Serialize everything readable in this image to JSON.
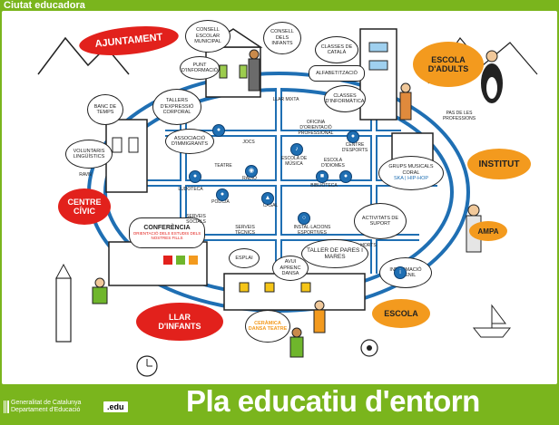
{
  "header": {
    "title": "Ciutat educadora"
  },
  "footer": {
    "title": "Pla educatiu d'entorn",
    "generalitat_line1": "Generalitat de Catalunya",
    "generalitat_line2": "Departament d'Educació",
    "edu_logo": ".edu"
  },
  "badges": {
    "ajuntament": "AJUNTAMENT",
    "centre_civic": "CENTRE CÍVIC",
    "llar_infants": "LLAR D'INFANTS",
    "escola_adults": "ESCOLA D'ADULTS",
    "institut": "INSTITUT",
    "escola": "ESCOLA",
    "ampa": "AMPA"
  },
  "bubbles": {
    "consell_escolar": "CONSELL ESCOLAR MUNICIPAL",
    "consell_infants": "CONSELL DELS INFANTS",
    "punt_informacio": "PUNT D'INFORMACIÓ",
    "classes_catala": "CLASSES DE CATALÀ",
    "alfabetitzacio": "ALFABETITZACIÓ",
    "classes_informatica": "CLASSES D'INFORMÀTICA",
    "banc_temps": "BANC DE TEMPS",
    "tallers_expressio": "TALLERS D'EXPRESSIÓ CORPORAL",
    "associacio_immigrants": "ASSOCIACIÓ D'IMMIGRANTS",
    "voluntaris": "VOLUNTARIS LINGÜÍSTICS",
    "grups_musicals": "GRUPS MUSICALS CORAL",
    "grups_musicals_sub": "SKA | HIP-HOP",
    "activitats_suport": "ACTIVITATS DE SUPORT",
    "informacio_juvenil": "INFORMACIÓ JUVENIL",
    "conferencia": "CONFERÈNCIA",
    "conferencia_sub": "ORIENTACIÓ DELS ESTUDIS DELS NOSTRES FILLS",
    "esplai": "ESPLAI",
    "avui_aprenc_dansa": "AVUI APRENC DANSA",
    "taller_pares": "TALLER DE PARES I MARES",
    "ceramica": "CERÀMICA DANSA TEATRE"
  },
  "map_labels": {
    "pas_professions": "PAS DE LES PROFESSIONS",
    "ravn": "RAVN",
    "llar_mixte": "LLAR MIXTA",
    "oficina_orientacio": "OFICINA D'ORIENTACIÓ PROFESSIONAL",
    "escola_musica": "ESCOLA DE MÚSICA",
    "escola_idiomes": "ESCOLA D'IDIOMES",
    "centre_esports": "CENTRE D'ESPORTS",
    "biblioteca": "BIBLIOTECA",
    "ludoteca": "LUDOTECA",
    "radio": "RÀDIO",
    "policia": "POLICIA",
    "casal": "CASAL",
    "serveis_socials": "SERVEIS SOCIALS",
    "serveis_tecnics": "SERVEIS TÈCNICS",
    "instal_esportives": "INSTAL·LACIONS ESPORTIVES",
    "horts": "HORTS",
    "teatre": "TEATRE",
    "jocs": "JOCS"
  },
  "colors": {
    "frame": "#7ab51d",
    "red_badge": "#e2211c",
    "orange_badge": "#f39a1e",
    "road": "#1f6fb3"
  }
}
